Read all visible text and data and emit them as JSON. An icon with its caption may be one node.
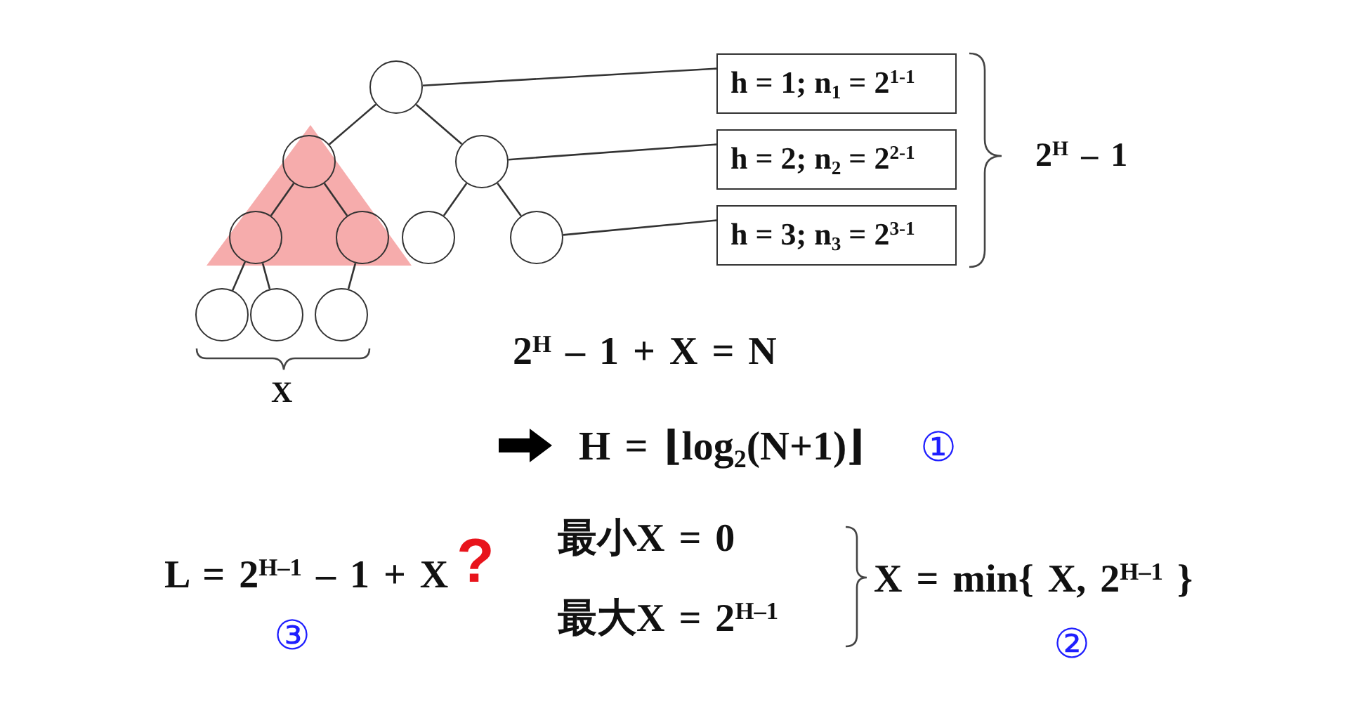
{
  "diagram": {
    "nodes": [
      {
        "text": [],
        "shape": "circle"
      },
      {
        "text": [],
        "shape": "circle"
      },
      {
        "text": [],
        "shape": "circle"
      },
      {
        "text": [],
        "shape": "circle"
      },
      {
        "text": [],
        "shape": "circle"
      },
      {
        "text": [],
        "shape": "circle"
      },
      {
        "text": [],
        "shape": "circle"
      },
      {
        "text": [],
        "shape": "circle"
      },
      {
        "text": [],
        "shape": "circle"
      },
      {
        "text": [],
        "shape": "circle"
      },
      {
        "text": [
          "h = 1; n$_{1}$ = 2$^{1-1}$"
        ]
      },
      {
        "text": [
          "h = 2; n$_{2}$ = 2$^{2-1}$"
        ]
      },
      {
        "text": [
          "h = 3; n$_{3}$ = 2$^{3-1}$"
        ]
      }
    ],
    "edges": [
      {
        "from": 0,
        "to": 1,
        "arrow": "none"
      },
      {
        "from": 0,
        "to": 2,
        "arrow": "none"
      },
      {
        "from": 1,
        "to": 3,
        "arrow": "none"
      },
      {
        "from": 1,
        "to": 4,
        "arrow": "none"
      },
      {
        "from": 2,
        "to": 5,
        "arrow": "none"
      },
      {
        "from": 2,
        "to": 6,
        "arrow": "none"
      },
      {
        "from": 3,
        "to": 7,
        "arrow": "none"
      },
      {
        "from": 3,
        "to": 8,
        "arrow": "none"
      },
      {
        "from": 4,
        "to": 9,
        "arrow": "none"
      },
      {
        "from": 0,
        "to": 10,
        "arrow": "none"
      },
      {
        "from": 2,
        "to": 11,
        "arrow": "none"
      },
      {
        "from": 6,
        "to": 12,
        "arrow": "none"
      }
    ],
    "labels": [
      "2$^{H}$ – 1",
      "2$^{H}$ – 1 + X = N",
      "X",
      "H = ⌊log$_{2}$(N+1)⌋",
      "①",
      "最小X = 0",
      "L = 2$^{H–1}$ – 1 + X",
      "?",
      "X = min{ X, 2$^{H–1}$ }",
      "最大X = 2$^{H–1}$",
      "③",
      "②"
    ]
  }
}
